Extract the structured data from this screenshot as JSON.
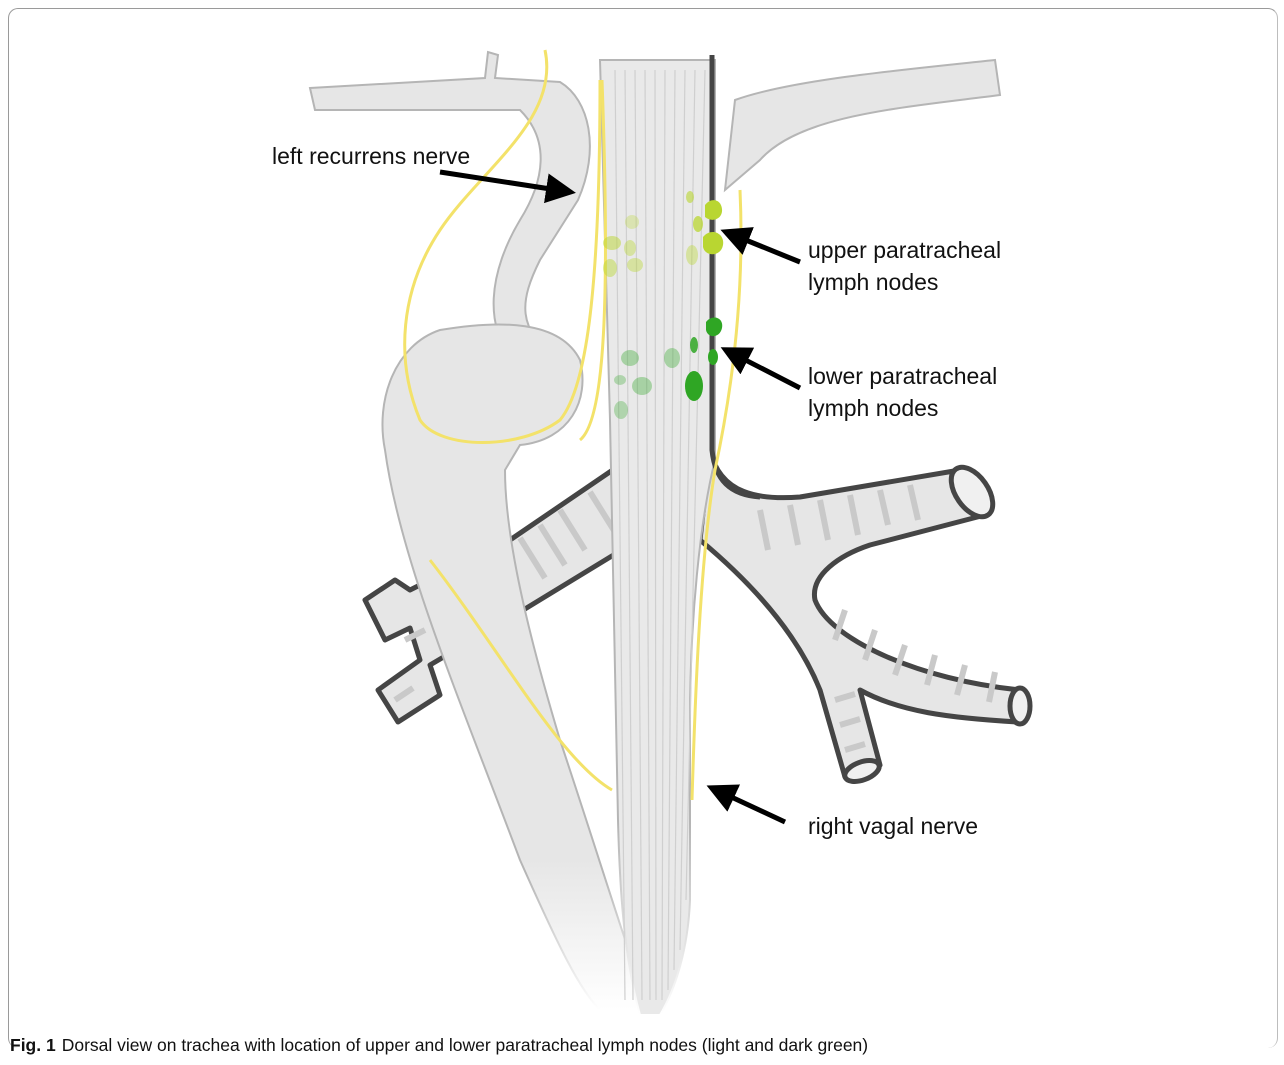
{
  "figure": {
    "labels": {
      "left_recurrens": "left recurrens nerve",
      "upper_nodes_line1": "upper paratracheal",
      "upper_nodes_line2": "lymph nodes",
      "lower_nodes_line1": "lower paratracheal",
      "lower_nodes_line2": "lymph nodes",
      "right_vagal": "right vagal nerve"
    },
    "caption": {
      "number": "Fig. 1",
      "text": "Dorsal view on trachea with location of upper and lower paratracheal lymph nodes (light and dark green)"
    },
    "colors": {
      "structure_fill": "#e6e6e6",
      "structure_stroke": "#b5b5b5",
      "bronchus_stroke": "#444444",
      "nerve": "#f3e26a",
      "upper_nodes": "#b9d631",
      "lower_nodes": "#2fa624"
    }
  }
}
